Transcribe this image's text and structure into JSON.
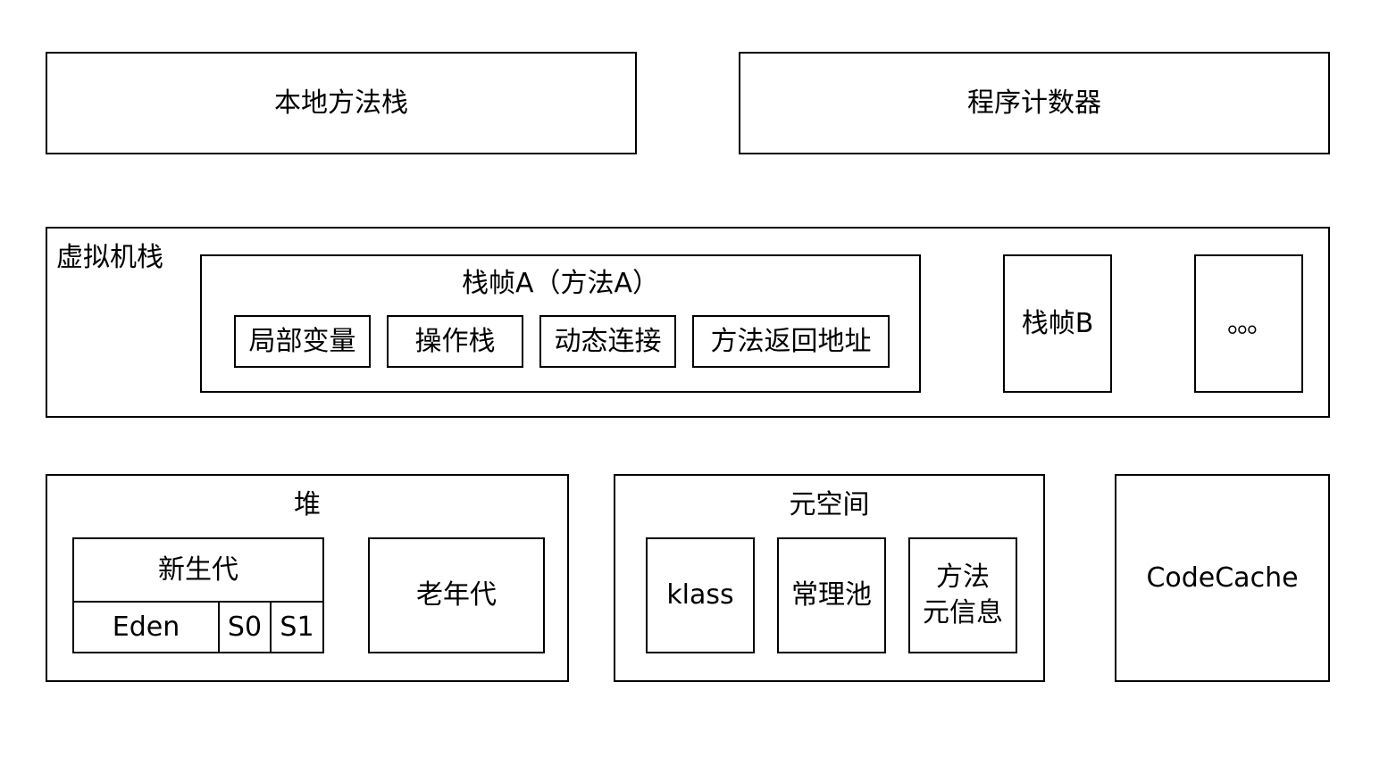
{
  "native_stack": {
    "label": "本地方法栈"
  },
  "program_counter": {
    "label": "程序计数器"
  },
  "vm_stack": {
    "label": "虚拟机栈",
    "frame_a": {
      "label": "栈帧A（方法A）",
      "items": [
        "局部变量",
        "操作栈",
        "动态连接",
        "方法返回地址"
      ]
    },
    "frame_b": {
      "label": "栈帧B"
    },
    "more": {
      "label": "。。。"
    }
  },
  "heap": {
    "label": "堆",
    "young": {
      "label": "新生代",
      "eden": "Eden",
      "s0": "S0",
      "s1": "S1"
    },
    "old": {
      "label": "老年代"
    }
  },
  "metaspace": {
    "label": "元空间",
    "items": [
      "klass",
      "常理池",
      "方法\n元信息"
    ]
  },
  "code_cache": {
    "label": "CodeCache"
  }
}
